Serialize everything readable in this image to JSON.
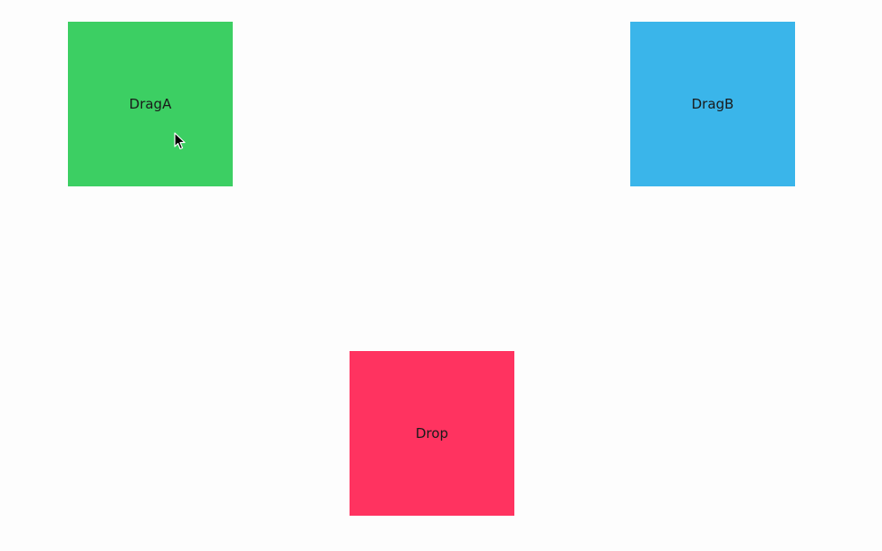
{
  "drag_a": {
    "label": "DragA",
    "color": "#3ccf63"
  },
  "drag_b": {
    "label": "DragB",
    "color": "#3ab5ea"
  },
  "drop_zone": {
    "label": "Drop",
    "color": "#ff3360"
  },
  "cursor": {
    "icon": "arrow-cursor-icon"
  }
}
